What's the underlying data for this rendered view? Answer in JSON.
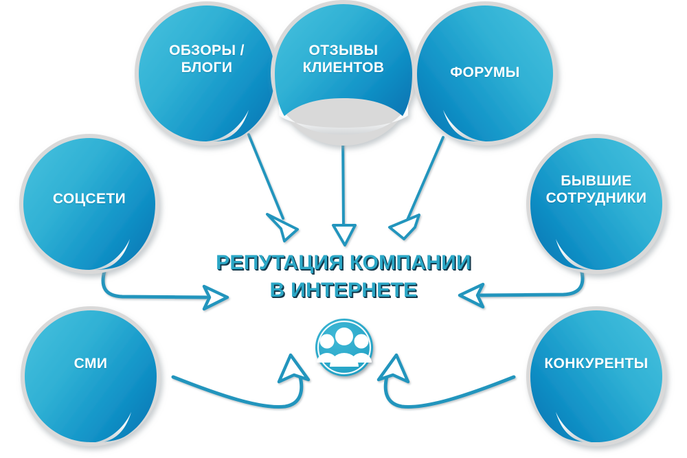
{
  "diagram": {
    "title": "РЕПУТАЦИЯ КОМПАНИИ\nВ ИНТЕРНЕТЕ",
    "center_icon": "group-of-people-icon",
    "background_color": "#ffffff",
    "accent_color": "#2ba7c6",
    "sticker_light_color": "#3fb9d9",
    "sticker_dark_color": "#0b83bd",
    "sticker_rim_color": "#d9d9d9",
    "arrow_color": "#2195bd",
    "title_shadow_color": "#14384a",
    "nodes": [
      {
        "id": "reviews-blogs",
        "label": "ОБЗОРЫ /\nБЛОГИ",
        "peel": "bottom-right"
      },
      {
        "id": "client-feedback",
        "label": "ОТЗЫВЫ\nКЛИЕНТОВ",
        "peel": "bottom-center"
      },
      {
        "id": "forums",
        "label": "ФОРУМЫ",
        "peel": "bottom-left"
      },
      {
        "id": "social-networks",
        "label": "СОЦСЕТИ",
        "peel": "bottom-right"
      },
      {
        "id": "former-staff",
        "label": "БЫВШИЕ\nСОТРУДНИКИ",
        "peel": "bottom-left"
      },
      {
        "id": "mass-media",
        "label": "СМИ",
        "peel": "bottom-right"
      },
      {
        "id": "competitors",
        "label": "КОНКУРЕНТЫ",
        "peel": "bottom-left"
      }
    ],
    "connections": [
      {
        "from": "reviews-blogs",
        "to": "center",
        "style": "straight-diagonal"
      },
      {
        "from": "client-feedback",
        "to": "center",
        "style": "straight-vertical"
      },
      {
        "from": "forums",
        "to": "center",
        "style": "straight-diagonal"
      },
      {
        "from": "social-networks",
        "to": "center",
        "style": "curved-hook"
      },
      {
        "from": "former-staff",
        "to": "center",
        "style": "curved-hook"
      },
      {
        "from": "mass-media",
        "to": "center",
        "style": "curved-hook"
      },
      {
        "from": "competitors",
        "to": "center",
        "style": "curved-hook"
      }
    ]
  }
}
